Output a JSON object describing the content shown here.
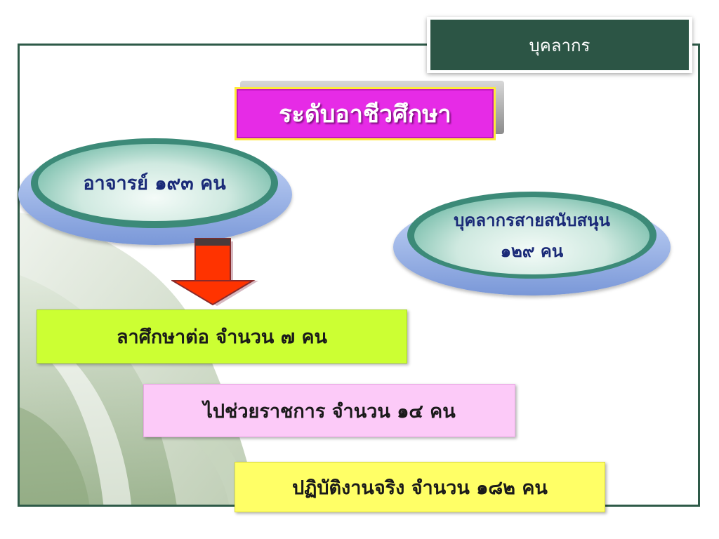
{
  "header": {
    "label": "บุคลากร"
  },
  "title": "ระดับอาชีวศึกษา",
  "teachers": {
    "label": "อาจารย์ ๑๙๓ คน"
  },
  "support": {
    "line1": "บุคลากรสายสนับสนุน",
    "line2": "๑๒๙ คน"
  },
  "items": [
    {
      "label": "ลาศึกษาต่อ จำนวน ๗ คน",
      "color": "#ccff33"
    },
    {
      "label": "ไปช่วยราชการ จำนวน ๑๔ คน",
      "color": "#fccaf8"
    },
    {
      "label": "ปฏิบัติงานจริง จำนวน ๑๘๒ คน",
      "color": "#ffff66"
    }
  ],
  "colors": {
    "header_bg": "#2c5545",
    "title_bg": "#e62be6",
    "title_border": "#ffe93a",
    "ellipse_text": "#1a2a78",
    "arrow": "#ff3300"
  }
}
